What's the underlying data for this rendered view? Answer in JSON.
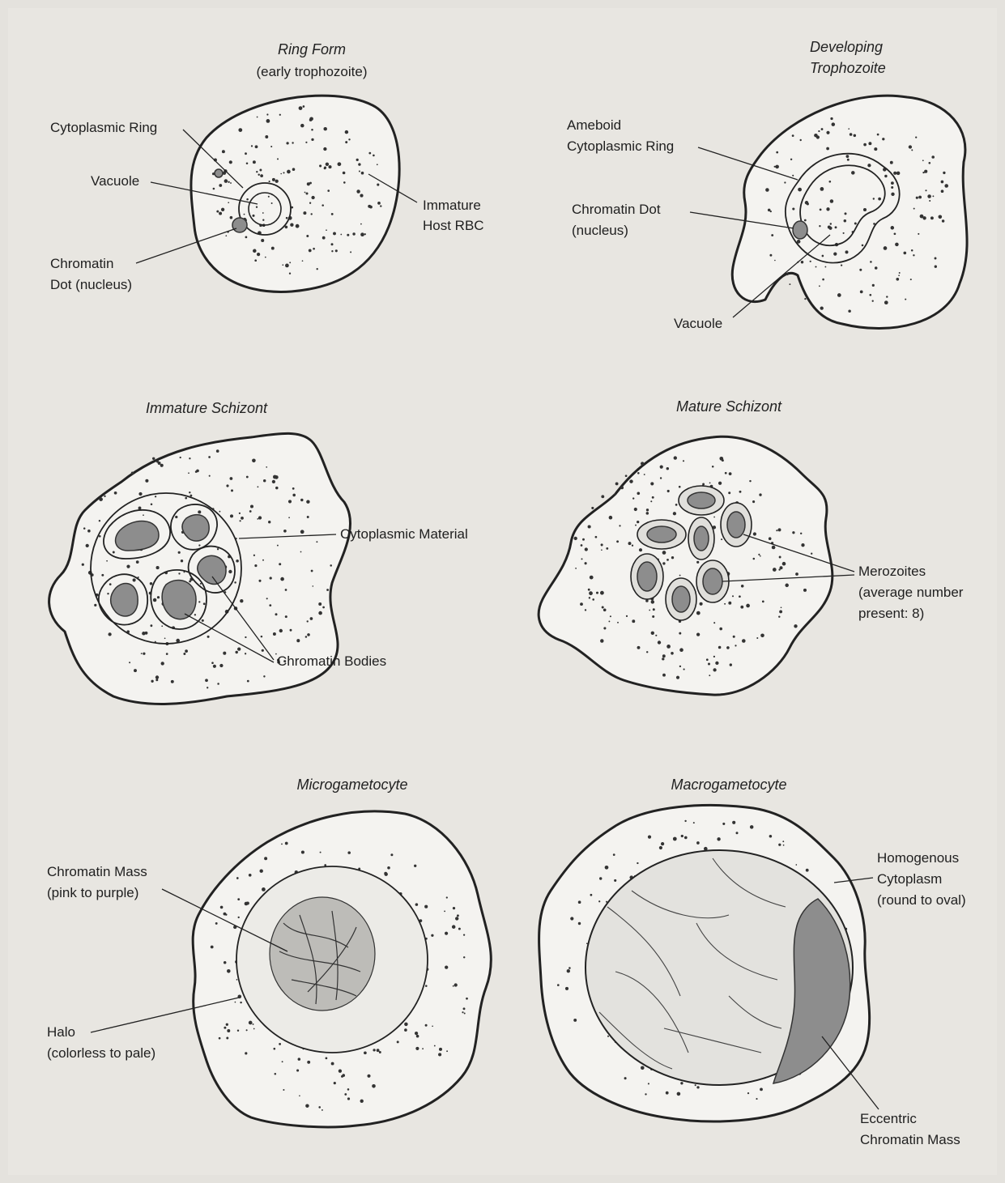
{
  "panels": {
    "ring_form": {
      "title": "Ring Form",
      "subtitle": "(early trophozoite)",
      "labels": {
        "cytoplasmic_ring": "Cytoplasmic Ring",
        "vacuole": "Vacuole",
        "immature_host_1": "Immature",
        "immature_host_2": "Host RBC",
        "chromatin_dot_1": "Chromatin",
        "chromatin_dot_2": "Dot (nucleus)"
      }
    },
    "developing_trophozoite": {
      "title": "Developing",
      "subtitle": "Trophozoite",
      "labels": {
        "ameboid_1": "Ameboid",
        "ameboid_2": "Cytoplasmic Ring",
        "chromatin_dot_1": "Chromatin Dot",
        "chromatin_dot_2": "(nucleus)",
        "vacuole": "Vacuole"
      }
    },
    "immature_schizont": {
      "title": "Immature Schizont",
      "labels": {
        "cytoplasmic_material": "Cytoplasmic Material",
        "chromatin_bodies": "Chromatin Bodies"
      }
    },
    "mature_schizont": {
      "title": "Mature Schizont",
      "labels": {
        "merozoites_1": "Merozoites",
        "merozoites_2": "(average number",
        "merozoites_3": "present: 8)"
      }
    },
    "microgametocyte": {
      "title": "Microgametocyte",
      "labels": {
        "chromatin_mass_1": "Chromatin Mass",
        "chromatin_mass_2": "(pink to purple)",
        "halo_1": "Halo",
        "halo_2": "(colorless to pale)"
      }
    },
    "macrogametocyte": {
      "title": "Macrogametocyte",
      "labels": {
        "homogenous_1": "Homogenous",
        "homogenous_2": "Cytoplasm",
        "homogenous_3": "(round to oval)",
        "eccentric_1": "Eccentric",
        "eccentric_2": "Chromatin Mass"
      }
    }
  }
}
